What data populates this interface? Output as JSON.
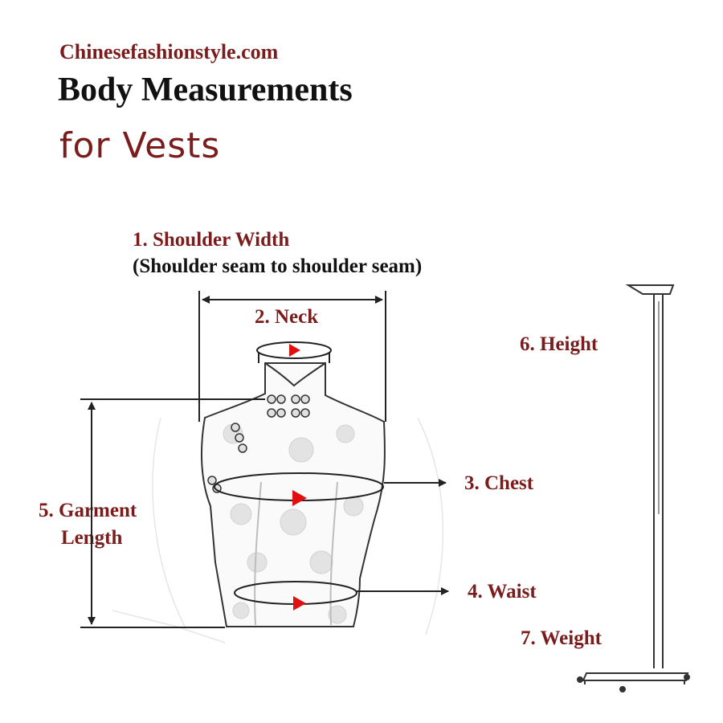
{
  "header": {
    "site": "Chinesefashionstyle.com",
    "title": "Body Measurements",
    "subtitle": "for Vests"
  },
  "labels": {
    "shoulder_width": "1. Shoulder Width",
    "shoulder_width_note": "(Shoulder seam to shoulder seam)",
    "neck": "2. Neck",
    "chest": "3. Chest",
    "waist": "4. Waist",
    "garment_length_line1": "5. Garment",
    "garment_length_line2": "Length",
    "height": "6. Height",
    "weight": "7. Weight"
  },
  "colors": {
    "brand": "#7a1c1c",
    "marker": "#e01010",
    "line": "#222222"
  }
}
